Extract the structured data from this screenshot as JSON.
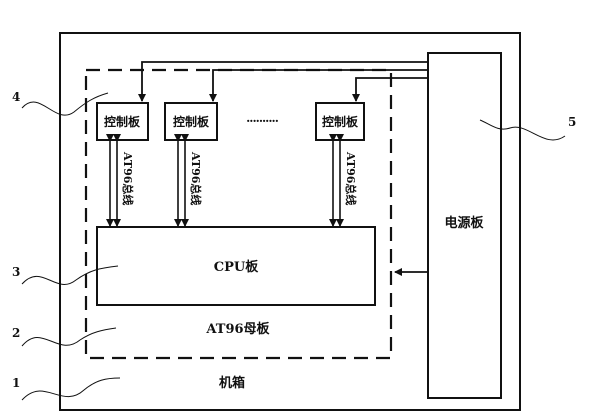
{
  "diagram": {
    "chassis_label": "机箱",
    "motherboard_label": "AT96母板",
    "cpu_label": "CPU板",
    "power_label": "电源板",
    "control_boards": [
      "控制板",
      "控制板",
      "控制板"
    ],
    "ellipsis": "··········",
    "bus_label": "AT96总线",
    "callouts": [
      "1",
      "2",
      "3",
      "4",
      "5"
    ]
  }
}
